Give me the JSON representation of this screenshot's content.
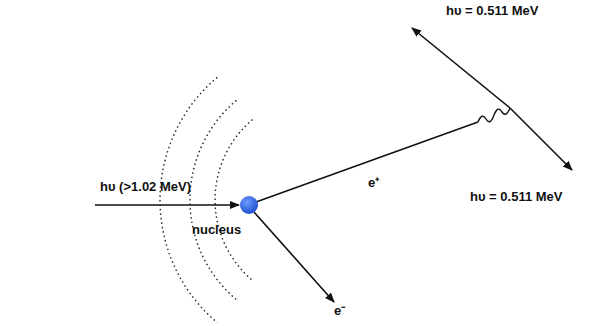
{
  "diagram": {
    "labels": [
      "hυ = 0.511 MeV",
      "hυ (>1.02 MeV)",
      "e⁺",
      "hυ = 0.511 MeV",
      "nucleus",
      "e⁻"
    ]
  }
}
